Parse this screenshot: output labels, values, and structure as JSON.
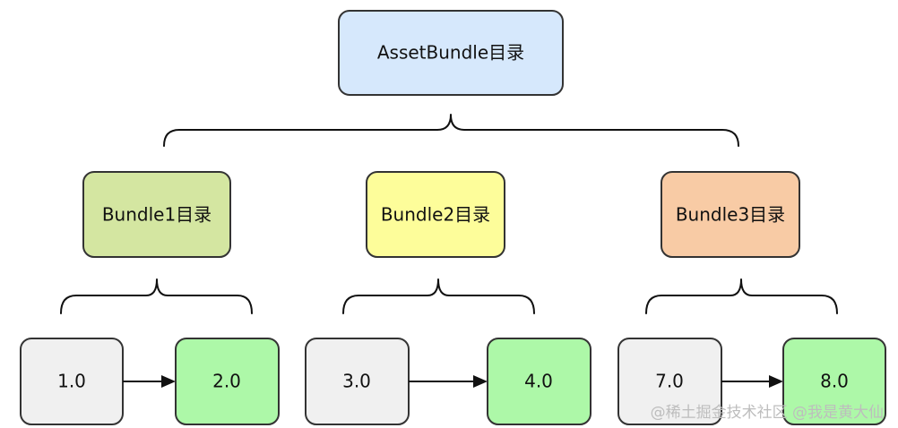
{
  "root": {
    "label": "AssetBundle目录",
    "fill": "#d6e8fc"
  },
  "bundles": [
    {
      "label": "Bundle1目录",
      "fill": "#d4e6a1"
    },
    {
      "label": "Bundle2目录",
      "fill": "#fdfd9a"
    },
    {
      "label": "Bundle3目录",
      "fill": "#f8cba5"
    }
  ],
  "versions": [
    {
      "from": "1.0",
      "to": "2.0"
    },
    {
      "from": "3.0",
      "to": "4.0"
    },
    {
      "from": "7.0",
      "to": "8.0"
    }
  ],
  "colors": {
    "old_version": "#f0f0f0",
    "new_version": "#adf8a8",
    "stroke": "#333333"
  },
  "watermark": "@稀土掘金技术社区 @我是黄大仙"
}
